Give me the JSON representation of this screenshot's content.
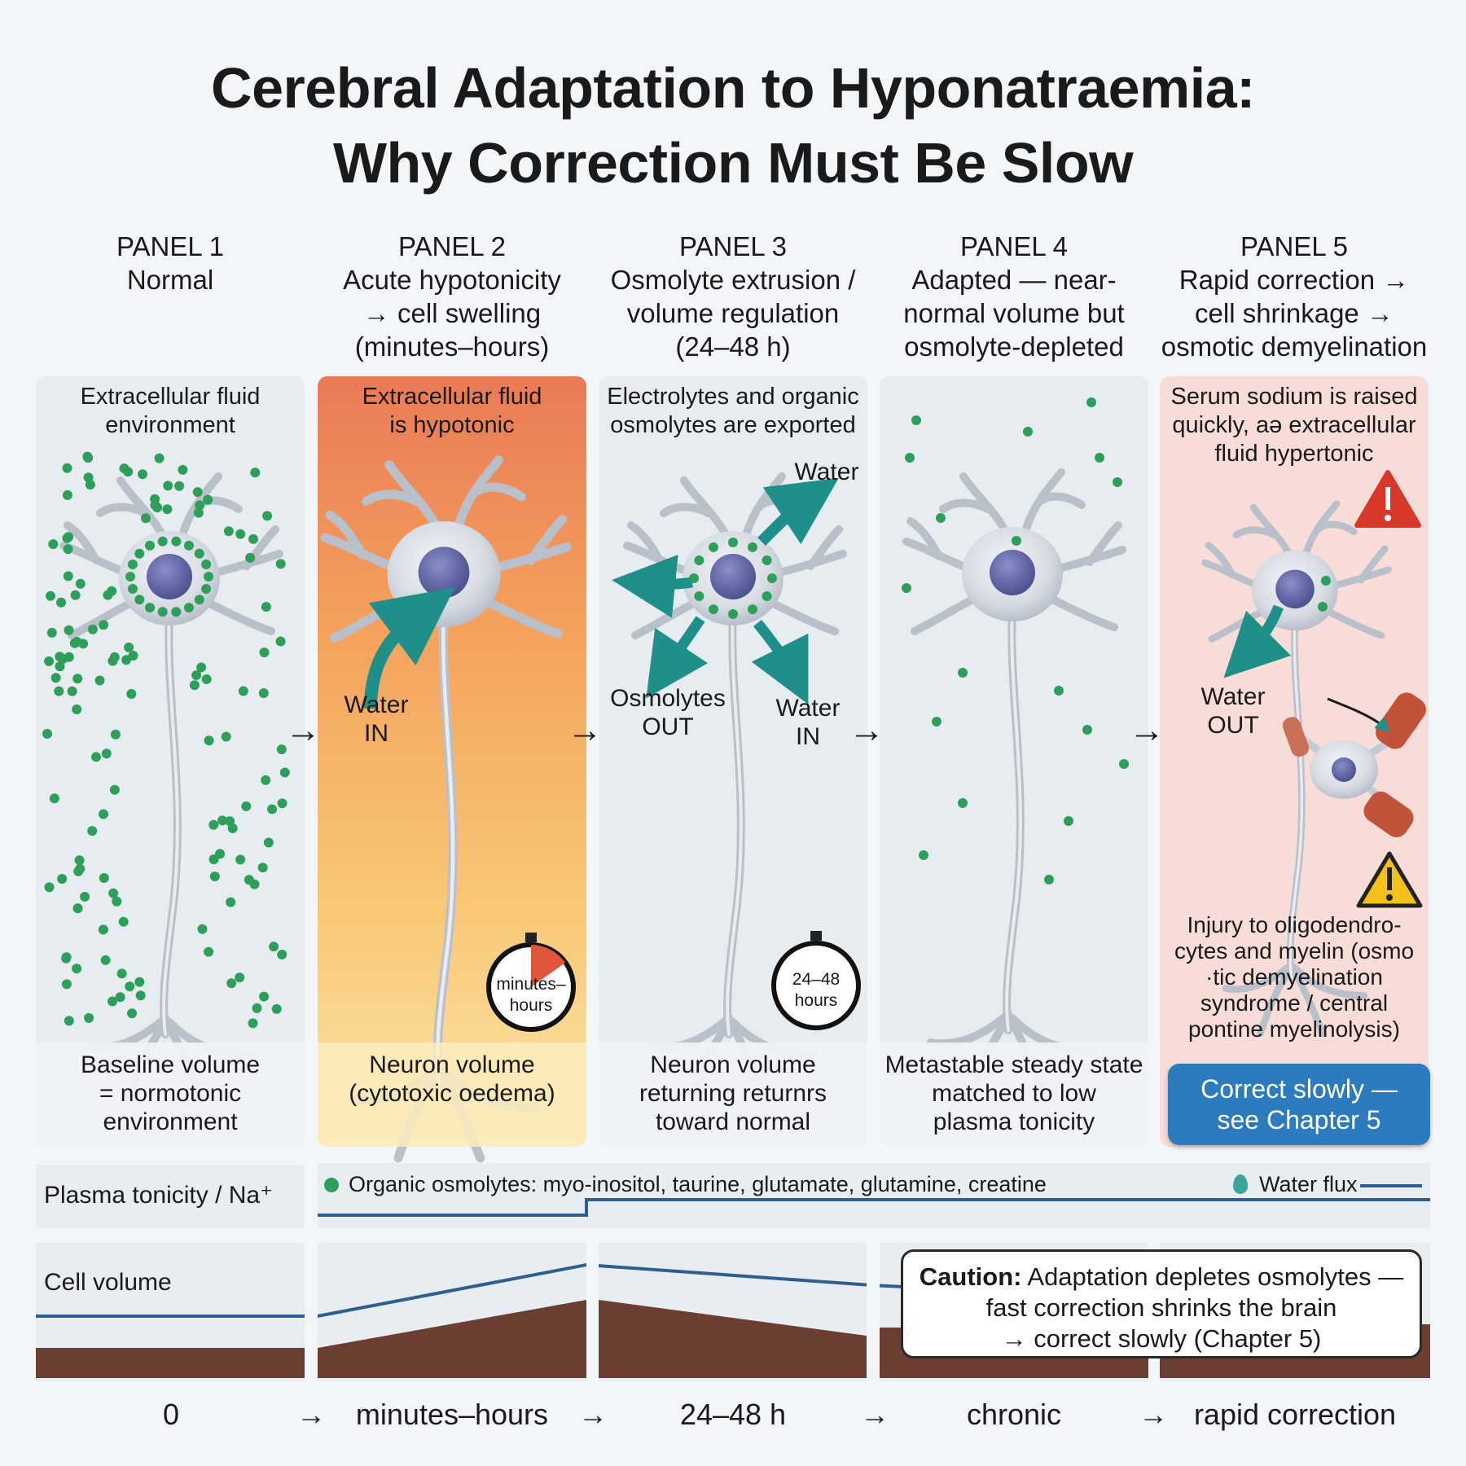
{
  "title_line1": "Cerebral Adaptation to Hyponatraemia:",
  "title_line2": "Why Correction Must Be Slow",
  "panels": [
    {
      "num": "PANEL 1",
      "heading": [
        "Normal"
      ],
      "top_text": [
        "Extracellular fluid",
        "environment"
      ],
      "footer": [
        "Baseline volume",
        "= normotonic",
        "environment"
      ]
    },
    {
      "num": "PANEL 2",
      "heading": [
        "Acute hypotonicity",
        "→ cell swelling",
        "(minutes–hours)"
      ],
      "top_text": [
        "Extracellular fluid",
        "is hypotonic"
      ],
      "footer": [
        "Neuron volume",
        "(cytotoxic oedema)"
      ],
      "water_label": [
        "Water",
        "IN"
      ],
      "timer": [
        "minutes–",
        "hours"
      ]
    },
    {
      "num": "PANEL 3",
      "heading": [
        "Osmolyte extrusion /",
        "volume regulation",
        "(24–48 h)"
      ],
      "top_text": [
        "Electrolytes and organic",
        "osmolytes are exported"
      ],
      "footer": [
        "Neuron volume",
        "returning returnrs",
        "toward normal"
      ],
      "water_out_label": "Water",
      "osmolytes_label": [
        "Osmolytes",
        "OUT"
      ],
      "water_in_label": [
        "Water",
        "IN"
      ],
      "timer": [
        "24–48",
        "hours"
      ]
    },
    {
      "num": "PANEL 4",
      "heading": [
        "Adapted — near-",
        "normal volume but",
        "osmolyte-depleted"
      ],
      "footer": [
        "Metastable steady state",
        "matched to low",
        "plasma tonicity"
      ]
    },
    {
      "num": "PANEL 5",
      "heading": [
        "Rapid correction →",
        "cell shrinkage →",
        "osmotic demyelination"
      ],
      "top_text": [
        "Serum sodium is raised",
        "quickly, aә extracellular",
        "fluid hypertonic"
      ],
      "water_label": [
        "Water",
        "OUT"
      ],
      "injury_text": [
        "Injury to oligodendro-",
        "cytes and myelin (osmo",
        "·tic demyelination",
        "syndrome / central",
        "pontine myelinolysis)"
      ],
      "cta": [
        "Correct slowly —",
        "see Chapter 5"
      ]
    }
  ],
  "bars": {
    "plasma_label": "Plasma tonicity / Na⁺",
    "cell_volume_label": "Cell volume",
    "legend_osmolytes": "Organic osmolytes: myo-inositol, taurine, glutamate, glutamine, creatine",
    "legend_water": "Water flux"
  },
  "caution": {
    "bold": "Caution:",
    "line1": " Adaptation depletes osmolytes —",
    "line2": "fast correction shrinks the brain",
    "line3": "→ correct slowly (Chapter 5)"
  },
  "timeline": [
    "0",
    "minutes–hours",
    "24–48 h",
    "chronic",
    "rapid correction"
  ],
  "timeline_arrow": "→",
  "colors": {
    "osmolyte_dot": "#2e9e5b",
    "water_arrow": "#1f8f8a",
    "nucleus": "#5a5f9e",
    "cta": "#2d7bbf",
    "line": "#2f5f8f",
    "brown_bar": "#6b3e31"
  }
}
